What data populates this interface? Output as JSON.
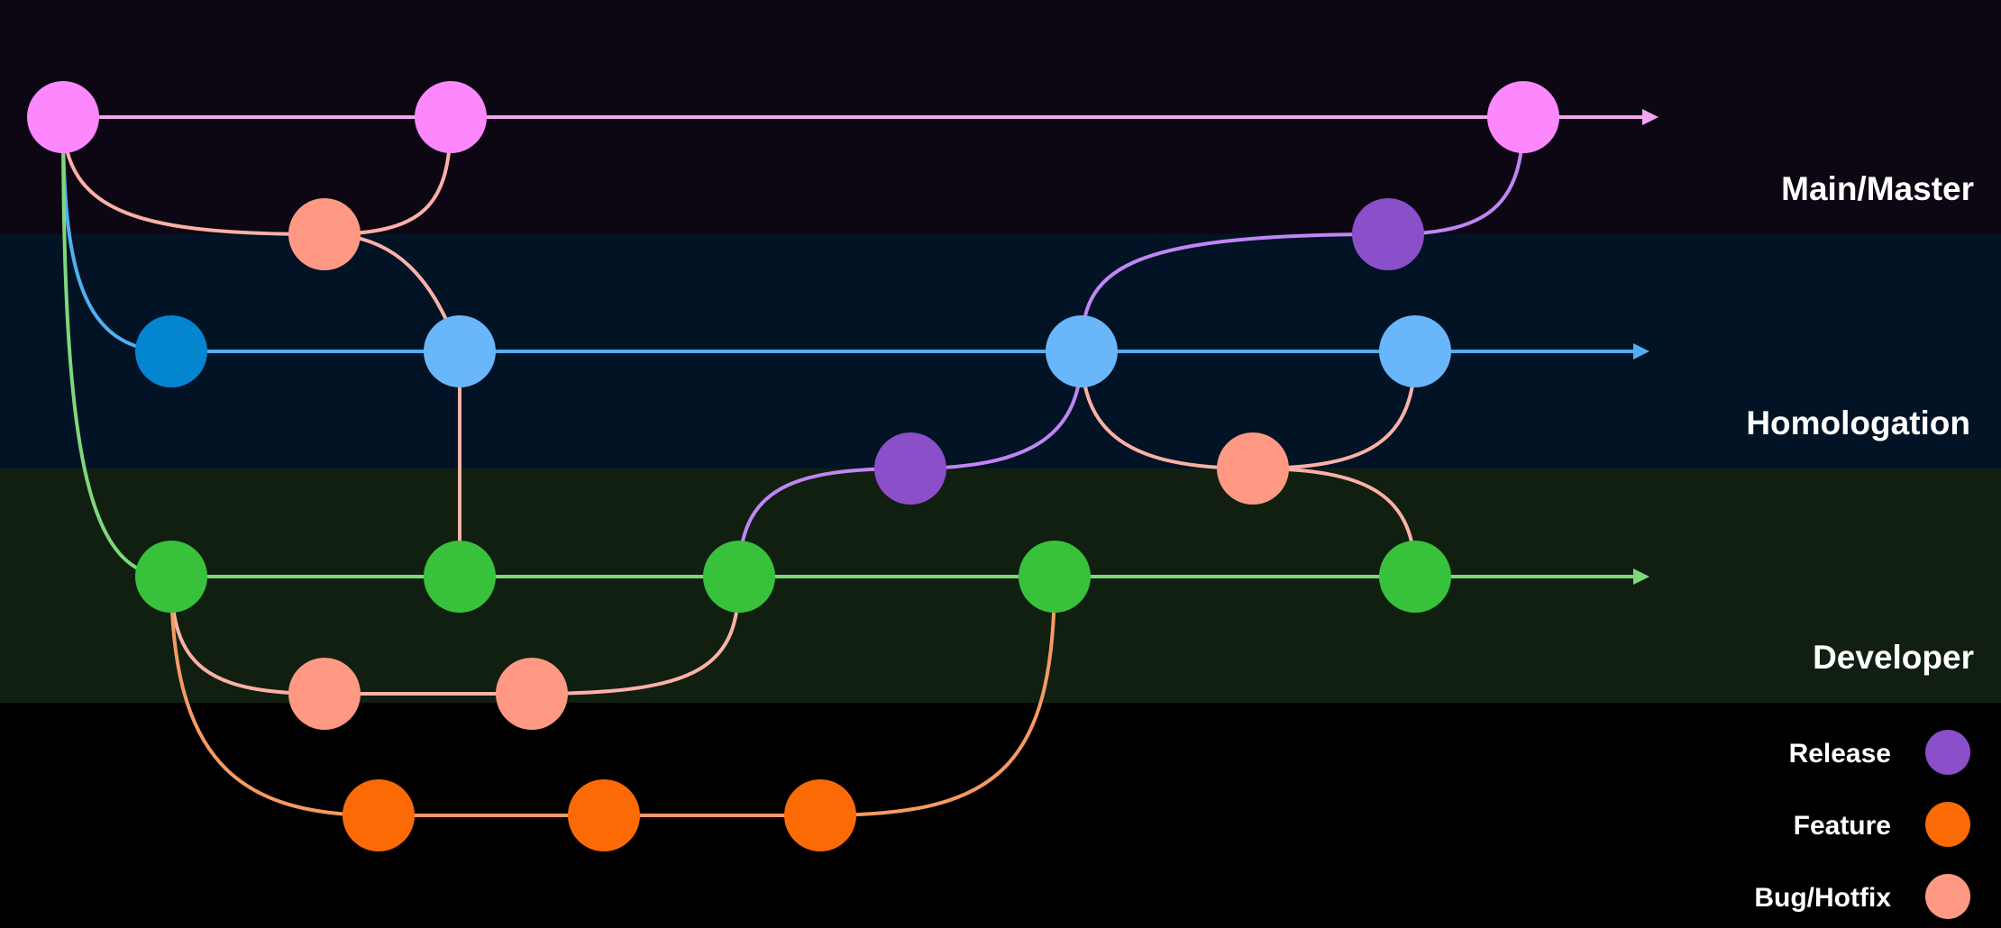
{
  "colors": {
    "background": "#000000",
    "main_band": "#0d0714",
    "homologation_band": "#011324",
    "developer_band": "#101f10",
    "main_line": "#f4a6f0",
    "main_node": "#fd88fd",
    "homologation_line": "#4fb0f2",
    "homologation_node": "#6ab6fb",
    "homologation_start_node": "#0386cf",
    "developer_line": "#7fd77b",
    "developer_node": "#38c23c",
    "release": "#8a4fc9",
    "release_line": "#c285f5",
    "feature": "#fc6a05",
    "feature_line": "#f79a62",
    "bugfix": "#ff9983",
    "bugfix_line": "#fbb1a6"
  },
  "lanes": {
    "main": "Main/Master",
    "homologation": "Homologation",
    "developer": "Developer"
  },
  "legend": {
    "release": "Release",
    "feature": "Feature",
    "bugfix": "Bug/Hotfix"
  }
}
